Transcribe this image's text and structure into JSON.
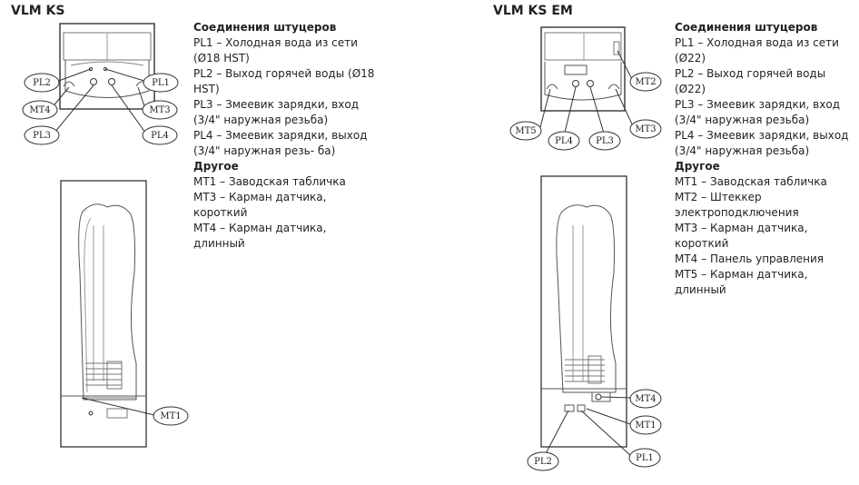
{
  "left": {
    "title": "VLM KS",
    "connections_heading": "Соединения штуцеров",
    "connections": [
      "PL1 – Холодная вода из сети (Ø18 HST)",
      "PL2 – Выход горячей воды (Ø18 HST)",
      "PL3 – Змеевик зарядки, вход (3/4\" наружная резьба)",
      "PL4 – Змеевик зарядки, выход (3/4\" наружная резь- ба)"
    ],
    "other_heading": "Другое",
    "other": [
      "MT1 – Заводская табличка",
      "MT3 – Карман датчика, короткий",
      "MT4 – Карман датчика, длинный"
    ],
    "callouts": {
      "pl2": "PL2",
      "pl1": "PL1",
      "mt4": "MT4",
      "mt3": "MT3",
      "pl3": "PL3",
      "pl4": "PL4",
      "mt1": "MT1"
    }
  },
  "right": {
    "title": "VLM KS EM",
    "connections_heading": "Соединения штуцеров",
    "connections": [
      "PL1 – Холодная вода из сети (Ø22)",
      "PL2 – Выход горячей воды (Ø22)",
      "PL3 – Змеевик зарядки, вход (3/4\" наружная резьба)",
      "PL4 – Змеевик зарядки, выход (3/4\" наружная резьба)"
    ],
    "other_heading": "Другое",
    "other": [
      "MT1 – Заводская табличка",
      "MT2 – Штеккер электроподключения",
      "MT3 – Карман датчика, короткий",
      "MT4 – Панель управления",
      "MT5 – Карман датчика, длинный"
    ],
    "callouts": {
      "mt2": "MT2",
      "mt5": "MT5",
      "mt3": "MT3",
      "pl4": "PL4",
      "pl3": "PL3",
      "mt4": "MT4",
      "mt1": "MT1",
      "pl2": "PL2",
      "pl1": "PL1"
    }
  }
}
